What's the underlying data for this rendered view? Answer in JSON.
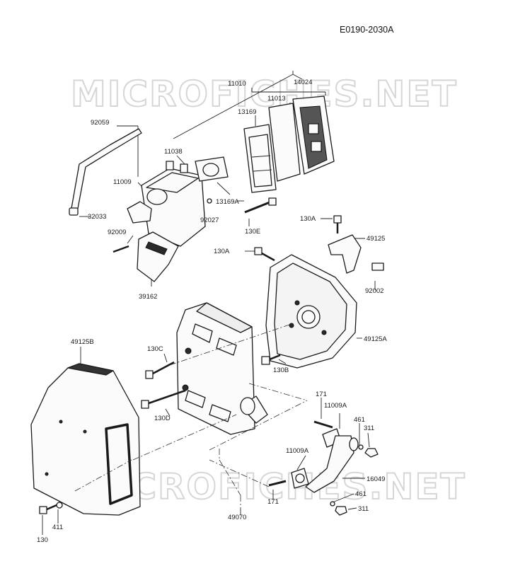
{
  "diagram_code": "E0190-2030A",
  "watermarks": [
    "MICROFICHES.NET",
    "MICROFICHES.NET"
  ],
  "parts": [
    {
      "id": "p11010",
      "label": "11010"
    },
    {
      "id": "p14024",
      "label": "14024"
    },
    {
      "id": "p11013",
      "label": "11013"
    },
    {
      "id": "p13169",
      "label": "13169"
    },
    {
      "id": "p92059",
      "label": "92059"
    },
    {
      "id": "p11038",
      "label": "11038"
    },
    {
      "id": "p11009",
      "label": "11009"
    },
    {
      "id": "p13169A",
      "label": "13169A"
    },
    {
      "id": "p32033",
      "label": "32033"
    },
    {
      "id": "p92027",
      "label": "92027"
    },
    {
      "id": "p92009",
      "label": "92009"
    },
    {
      "id": "p130E",
      "label": "130E"
    },
    {
      "id": "p130A_top",
      "label": "130A"
    },
    {
      "id": "p49125",
      "label": "49125"
    },
    {
      "id": "p130A_mid",
      "label": "130A"
    },
    {
      "id": "p39162",
      "label": "39162"
    },
    {
      "id": "p92002",
      "label": "92002"
    },
    {
      "id": "p49125B",
      "label": "49125B"
    },
    {
      "id": "p130C",
      "label": "130C"
    },
    {
      "id": "p49125A",
      "label": "49125A"
    },
    {
      "id": "p130B",
      "label": "130B"
    },
    {
      "id": "p171_top",
      "label": "171"
    },
    {
      "id": "p11009A_top",
      "label": "11009A"
    },
    {
      "id": "p130D",
      "label": "130D"
    },
    {
      "id": "p461_top",
      "label": "461"
    },
    {
      "id": "p311_top",
      "label": "311"
    },
    {
      "id": "p11009A_bot",
      "label": "11009A"
    },
    {
      "id": "p16049",
      "label": "16049"
    },
    {
      "id": "p461_bot",
      "label": "461"
    },
    {
      "id": "p171_bot",
      "label": "171"
    },
    {
      "id": "p311_bot",
      "label": "311"
    },
    {
      "id": "p411",
      "label": "411"
    },
    {
      "id": "p49070",
      "label": "49070"
    },
    {
      "id": "p130",
      "label": "130"
    }
  ]
}
